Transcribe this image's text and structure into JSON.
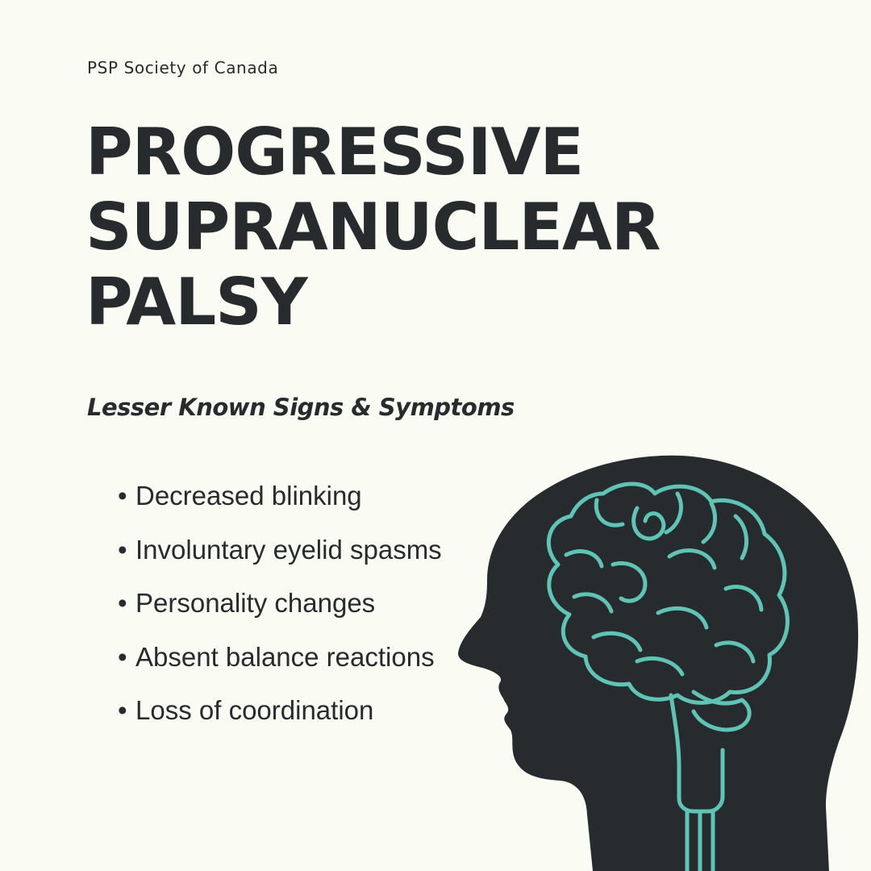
{
  "organization": "PSP Society of Canada",
  "title_lines": [
    "PROGRESSIVE",
    "SUPRANUCLEAR",
    "PALSY"
  ],
  "subtitle": "Lesser Known Signs & Symptoms",
  "symptoms": [
    "Decreased blinking",
    "Involuntary eyelid spasms",
    "Personality changes",
    "Absent balance reactions",
    "Loss of coordination"
  ],
  "illustration": {
    "icon": "head-brain-icon",
    "head_color": "#272b2e",
    "brain_color": "#5ec4b6"
  },
  "colors": {
    "background": "#fafcf3",
    "text": "#272b2e"
  }
}
